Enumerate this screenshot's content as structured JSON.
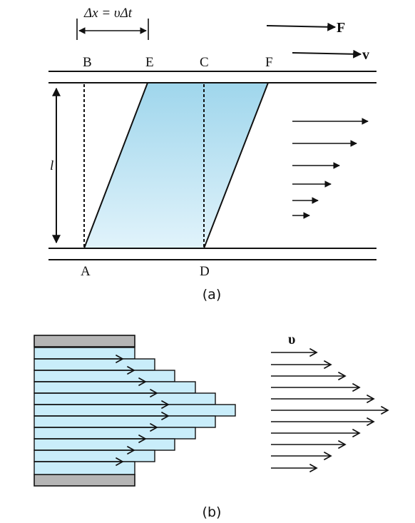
{
  "figure_a": {
    "points": [
      "B",
      "E",
      "C",
      "F",
      "A",
      "D"
    ],
    "delta_x_label": "Δx = υΔt",
    "length_label": "l",
    "force_label": "F",
    "velocity_label": "v",
    "caption": "(a)"
  },
  "figure_b": {
    "velocity_label": "υ",
    "caption": "(b)"
  },
  "colors": {
    "fluid_light": "#cbeefc",
    "fluid_dark": "#a4d9ee",
    "wall": "#b5b5b5",
    "ink": "#111111"
  }
}
